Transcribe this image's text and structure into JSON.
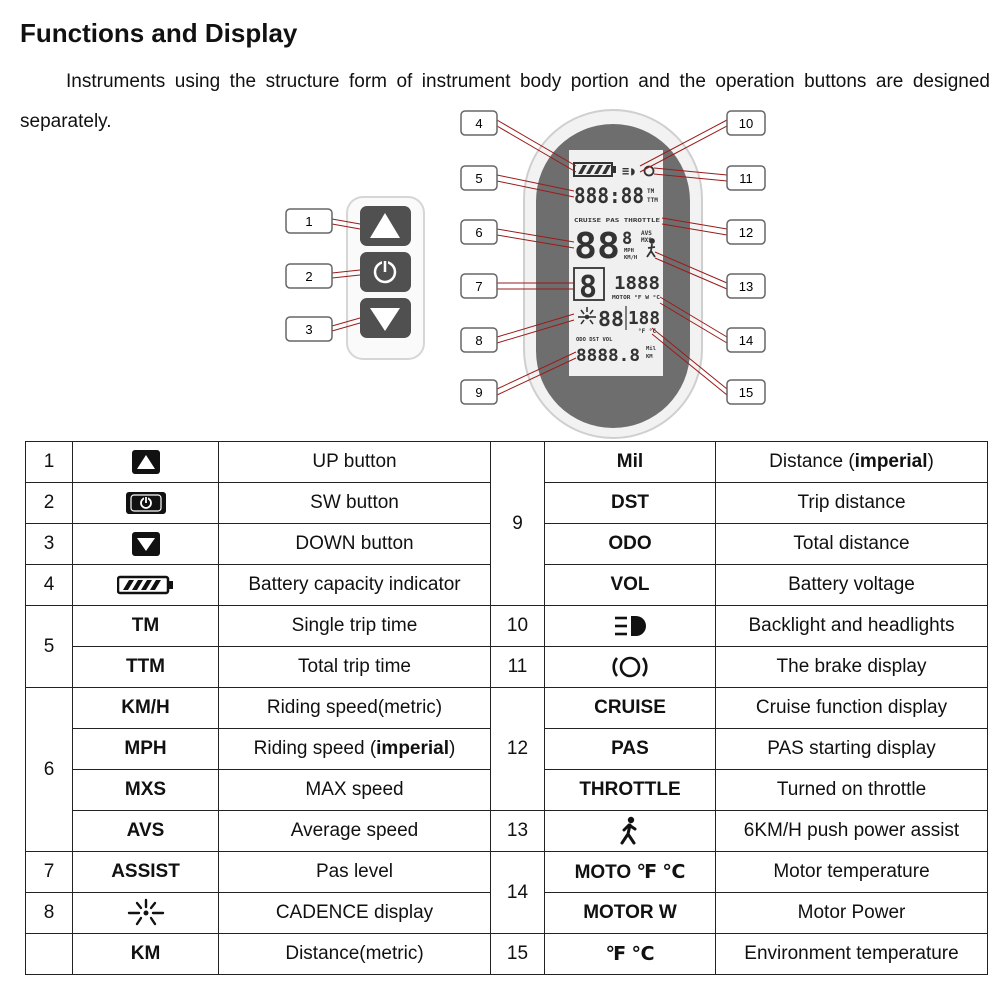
{
  "title": "Functions and Display",
  "intro": "Instruments using the structure form of instrument body portion and the operation buttons are designed separately.",
  "diagram": {
    "callouts": [
      "1",
      "2",
      "3",
      "4",
      "5",
      "6",
      "7",
      "8",
      "9",
      "10",
      "11",
      "12",
      "13",
      "14",
      "15"
    ],
    "lcd": {
      "time": "888:88",
      "tm": "TM",
      "ttm": "TTM",
      "modes": "CRUISE PAS THROTTLE",
      "speed": "88",
      "speed_small": "8",
      "avs": "AVS",
      "mxs": "MXS",
      "mph": "MPH",
      "kmh": "KM/H",
      "assist": "8",
      "power": "1888",
      "motor": "MOTOR °F W °C",
      "temp": "188",
      "cad_digits": "88",
      "temp_units": "°F °C",
      "odo_labels": "ODO DST VOL",
      "odo": "8888.8",
      "mil": "Mil",
      "km": "KM"
    }
  },
  "table": {
    "left": [
      {
        "num": "1",
        "item": "",
        "icon": "up-arrow",
        "desc": "UP button"
      },
      {
        "num": "2",
        "item": "",
        "icon": "power",
        "desc": "SW button"
      },
      {
        "num": "3",
        "item": "",
        "icon": "down-arrow",
        "desc": "DOWN button"
      },
      {
        "num": "4",
        "item": "",
        "icon": "battery",
        "desc": "Battery capacity indicator"
      },
      {
        "num": "5",
        "item": "TM",
        "desc": "Single trip time"
      },
      {
        "num": "",
        "item": "TTM",
        "desc": "Total trip time"
      },
      {
        "num": "6",
        "item": "KM/H",
        "desc": "Riding speed(metric)"
      },
      {
        "num": "",
        "item": "MPH",
        "desc_main": "Riding speed (",
        "desc_bold": "imperial",
        "desc_end": ")"
      },
      {
        "num": "",
        "item": "MXS",
        "desc": "MAX speed"
      },
      {
        "num": "",
        "item": "AVS",
        "desc": "Average speed"
      },
      {
        "num": "7",
        "item": "ASSIST",
        "desc": "Pas level"
      },
      {
        "num": "8",
        "item": "",
        "icon": "cadence",
        "desc": "CADENCE display"
      },
      {
        "num": "",
        "item": "KM",
        "desc": "Distance(metric)"
      }
    ],
    "right": [
      {
        "num": "9",
        "item": "Mil",
        "desc_main": "Distance (",
        "desc_bold": "imperial",
        "desc_end": ")"
      },
      {
        "num": "",
        "item": "DST",
        "desc": "Trip distance"
      },
      {
        "num": "",
        "item": "ODO",
        "desc": "Total distance"
      },
      {
        "num": "",
        "item": "VOL",
        "desc": "Battery voltage"
      },
      {
        "num": "10",
        "item": "",
        "icon": "headlight",
        "desc": "Backlight and headlights"
      },
      {
        "num": "11",
        "item": "",
        "icon": "brake",
        "desc": "The brake display"
      },
      {
        "num": "12",
        "item": "CRUISE",
        "desc": "Cruise function display"
      },
      {
        "num": "",
        "item": "PAS",
        "desc": "PAS starting display"
      },
      {
        "num": "",
        "item": "THROTTLE",
        "desc": "Turned on throttle"
      },
      {
        "num": "13",
        "item": "",
        "icon": "walk",
        "desc": "6KM/H push power assist"
      },
      {
        "num": "14",
        "item": "MOTO ℉ ℃",
        "desc": "Motor temperature"
      },
      {
        "num": "",
        "item": "MOTOR W",
        "desc": "Motor Power"
      },
      {
        "num": "15",
        "item": "℉ ℃",
        "desc": "Environment temperature"
      }
    ]
  }
}
